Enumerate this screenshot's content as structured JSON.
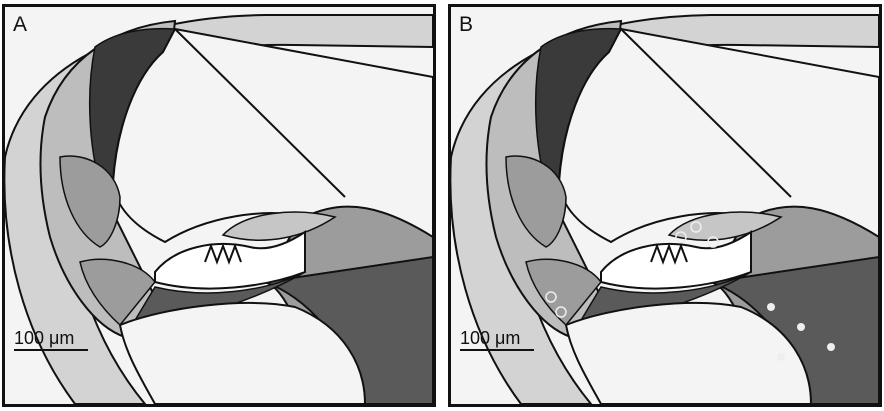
{
  "panels": [
    {
      "label": "A",
      "scale_text": "100 μm",
      "annotated": false
    },
    {
      "label": "B",
      "scale_text": "100 μm",
      "annotated": true
    }
  ],
  "colors": {
    "background": "#f4f4f4",
    "outer_band": "#d3d3d3",
    "inner_band": "#bdbdbd",
    "dark_region": "#5a5a5a",
    "stria_band": "#3a3a3a",
    "medium_region": "#9c9c9c",
    "light_region": "#c6c6c6",
    "outline": "#111111"
  }
}
